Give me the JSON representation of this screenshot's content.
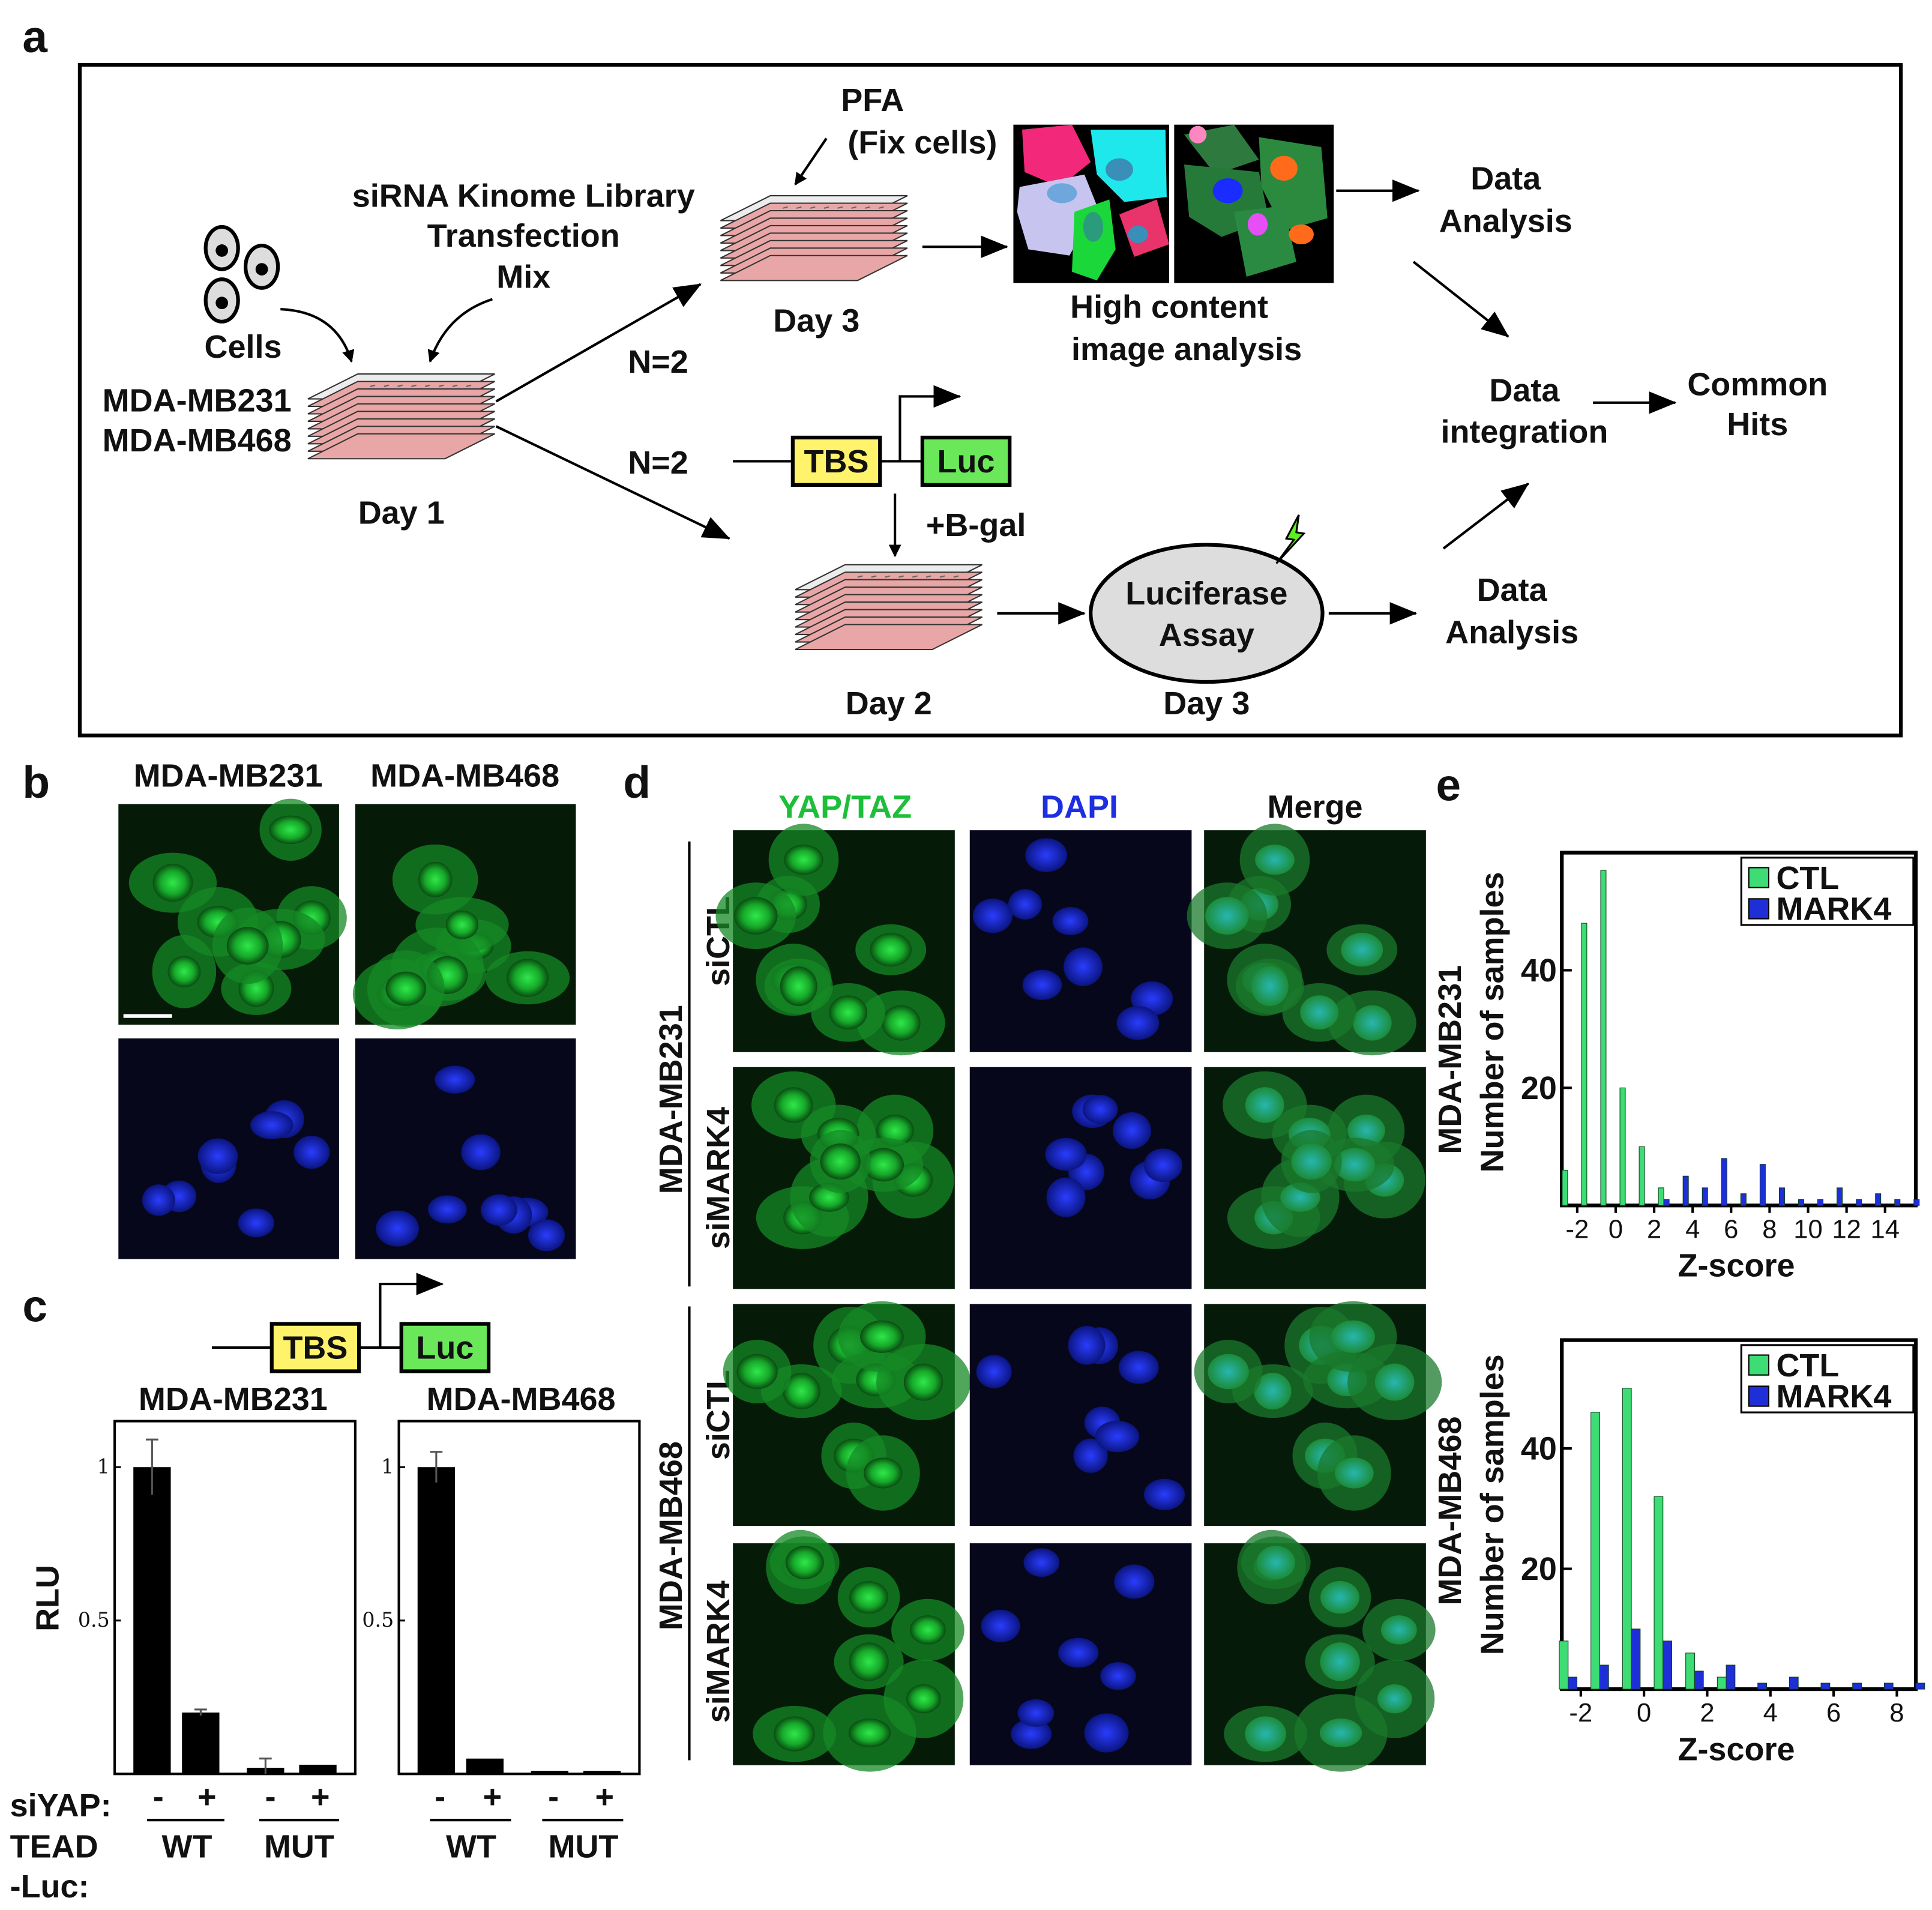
{
  "panels": {
    "a": {
      "letter": "a",
      "pfa_line1": "PFA",
      "pfa_line2": "(Fix cells)",
      "library_line1": "siRNA Kinome Library",
      "library_line2": "Transfection",
      "library_line3": "Mix",
      "cells": "Cells",
      "line1": "MDA-MB231",
      "line2": "MDA-MB468",
      "day1": "Day 1",
      "day2": "Day 2",
      "day3_top": "Day 3",
      "day3_bottom": "Day 3",
      "n_top": "N=2",
      "n_bottom": "N=2",
      "tbs": "TBS",
      "luc": "Luc",
      "bgal": "+B-gal",
      "hc_line1": "High content",
      "hc_line2": "image analysis",
      "data_analysis_top_1": "Data",
      "data_analysis_top_2": "Analysis",
      "data_analysis_bottom_1": "Data",
      "data_analysis_bottom_2": "Analysis",
      "integration_1": "Data",
      "integration_2": "integration",
      "hits_1": "Common",
      "hits_2": "Hits",
      "luciferase_1": "Luciferase",
      "luciferase_2": "Assay"
    },
    "b": {
      "letter": "b",
      "col1": "MDA-MB231",
      "col2": "MDA-MB468"
    },
    "c": {
      "letter": "c",
      "tbs": "TBS",
      "luc": "Luc",
      "title1": "MDA-MB231",
      "title2": "MDA-MB468",
      "ylabel": "RLU",
      "siyap": "siYAP:",
      "tead1": "TEAD",
      "tead2": "-Luc:",
      "sign_minus": "-",
      "sign_plus": "+",
      "wt": "WT",
      "mut": "MUT"
    },
    "d": {
      "letter": "d",
      "col_yap": "YAP/TAZ",
      "col_dapi": "DAPI",
      "col_merge": "Merge",
      "group1": "MDA-MB231",
      "group2": "MDA-MB468",
      "row_ctl": "siCTL",
      "row_mark4": "siMARK4"
    },
    "e": {
      "letter": "e",
      "ylabel1": "MDA-MB231",
      "ylabel2": "MDA-MB468",
      "ylabel_common": "Number of samples",
      "xlabel": "Z-score"
    }
  },
  "colors": {
    "yap": "#1dbf3a",
    "dapi": "#1d2fe0",
    "tbs": "#fff36b",
    "luc": "#6be85a",
    "ctl": "#3ddc74",
    "mark4": "#1f2fd8"
  },
  "chart_data": [
    {
      "type": "bar",
      "title": "MDA-MB231",
      "categories": [
        "WT -",
        "WT +",
        "MUT -",
        "MUT +"
      ],
      "values": [
        1.0,
        0.2,
        0.02,
        0.03
      ],
      "errors": [
        0.09,
        0.01,
        0.03,
        0.0
      ],
      "yticks": [
        0.5,
        1
      ],
      "ytick_labels": [
        "0.5",
        "1"
      ],
      "ylim": [
        0,
        1.15
      ],
      "ylabel": "RLU"
    },
    {
      "type": "bar",
      "title": "MDA-MB468",
      "categories": [
        "WT -",
        "WT +",
        "MUT -",
        "MUT +"
      ],
      "values": [
        1.0,
        0.05,
        0.01,
        0.01
      ],
      "errors": [
        0.05,
        0.0,
        0.0,
        0.0
      ],
      "yticks": [
        0.5,
        1
      ],
      "ytick_labels": [
        "0.5",
        "1"
      ],
      "ylim": [
        0,
        1.15
      ],
      "ylabel": "RLU"
    },
    {
      "type": "bar",
      "xlabel": "Z-score",
      "ylabel": "Number of samples",
      "xlim": [
        -2.8,
        15.6
      ],
      "ylim": [
        0,
        60
      ],
      "xticks": [
        -2,
        0,
        2,
        4,
        6,
        8,
        10,
        12,
        14
      ],
      "yticks": [
        20,
        40
      ],
      "legend": "top-right",
      "series": [
        {
          "name": "CTL",
          "x": [
            -2.5,
            -1.5,
            -0.5,
            0.5,
            1.5,
            2.5,
            3.5,
            4.5,
            5.5,
            6.5,
            7.5,
            8.5,
            9.5,
            10.5,
            11.5,
            12.5,
            13.5,
            14.5,
            15.5
          ],
          "values": [
            6,
            48,
            57,
            20,
            10,
            3,
            0,
            0,
            0,
            0,
            0,
            0,
            0,
            0,
            0,
            0,
            0,
            0,
            0
          ]
        },
        {
          "name": "MARK4",
          "x": [
            -2.5,
            -1.5,
            -0.5,
            0.5,
            1.5,
            2.5,
            3.5,
            4.5,
            5.5,
            6.5,
            7.5,
            8.5,
            9.5,
            10.5,
            11.5,
            12.5,
            13.5,
            14.5,
            15.5
          ],
          "values": [
            0,
            0,
            0,
            0,
            0,
            1,
            5,
            3,
            8,
            2,
            7,
            3,
            1,
            1,
            3,
            1,
            2,
            1,
            1
          ]
        }
      ]
    },
    {
      "type": "bar",
      "xlabel": "Z-score",
      "ylabel": "Number of samples",
      "xlim": [
        -2.6,
        8.6
      ],
      "ylim": [
        0,
        58
      ],
      "xticks": [
        -2,
        0,
        2,
        4,
        6,
        8
      ],
      "yticks": [
        20,
        40
      ],
      "legend": "top-right",
      "series": [
        {
          "name": "CTL",
          "x": [
            -2.4,
            -1.4,
            -0.4,
            0.6,
            1.6,
            2.6,
            3.6,
            4.6,
            5.6,
            6.6,
            7.6,
            8.6
          ],
          "values": [
            8,
            46,
            50,
            32,
            6,
            2,
            0,
            0,
            0,
            0,
            0,
            0
          ]
        },
        {
          "name": "MARK4",
          "x": [
            -2.4,
            -1.4,
            -0.4,
            0.6,
            1.6,
            2.6,
            3.6,
            4.6,
            5.6,
            6.6,
            7.6,
            8.6
          ],
          "values": [
            2,
            4,
            10,
            8,
            3,
            4,
            1,
            2,
            1,
            1,
            1,
            1
          ]
        }
      ]
    }
  ]
}
